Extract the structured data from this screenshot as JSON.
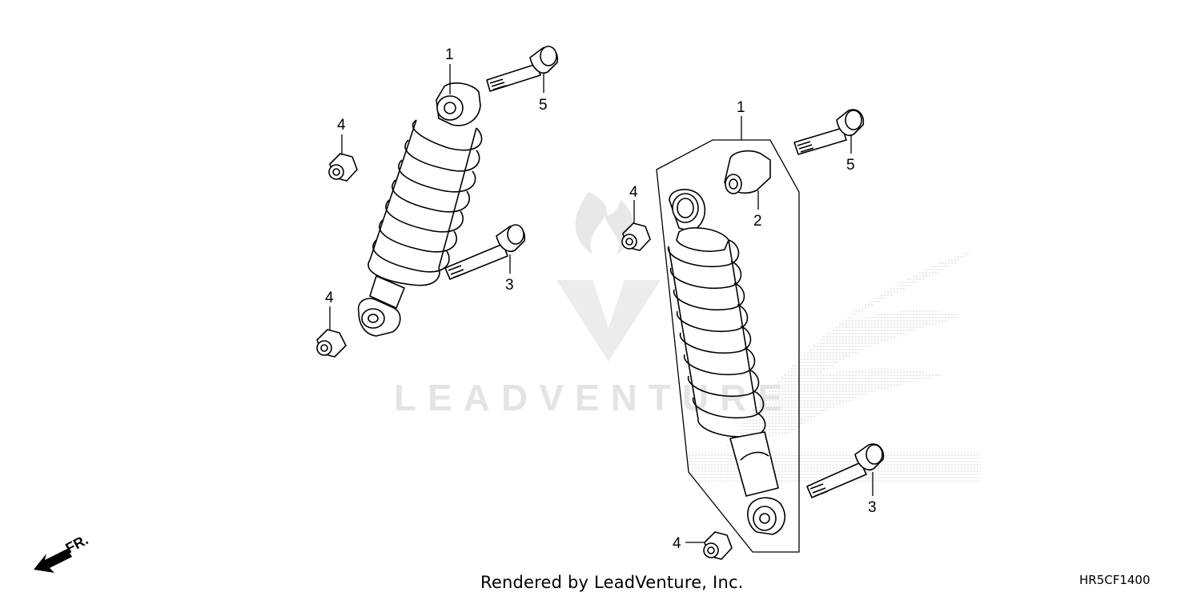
{
  "diagram": {
    "callouts": [
      {
        "id": "top-left-shock",
        "label": "1"
      },
      {
        "id": "top-left-bolt",
        "label": "5"
      },
      {
        "id": "upper-left-nut",
        "label": "4"
      },
      {
        "id": "middle-left-bolt",
        "label": "3"
      },
      {
        "id": "lower-left-nut",
        "label": "4"
      },
      {
        "id": "right-shock",
        "label": "1"
      },
      {
        "id": "right-top-bolt",
        "label": "5"
      },
      {
        "id": "right-bushing",
        "label": "2"
      },
      {
        "id": "right-upper-nut",
        "label": "4"
      },
      {
        "id": "right-lower-bolt",
        "label": "3"
      },
      {
        "id": "right-bottom-nut",
        "label": "4"
      }
    ],
    "direction_label": "FR.",
    "watermark_text": "LEADVENTURE"
  },
  "footer": {
    "credit": "Rendered by LeadVenture, Inc.",
    "diagram_code": "HR5CF1400"
  },
  "colors": {
    "line": "#000000",
    "watermark": "#e4e4e4",
    "brand_dots": "#c8c8c8"
  }
}
